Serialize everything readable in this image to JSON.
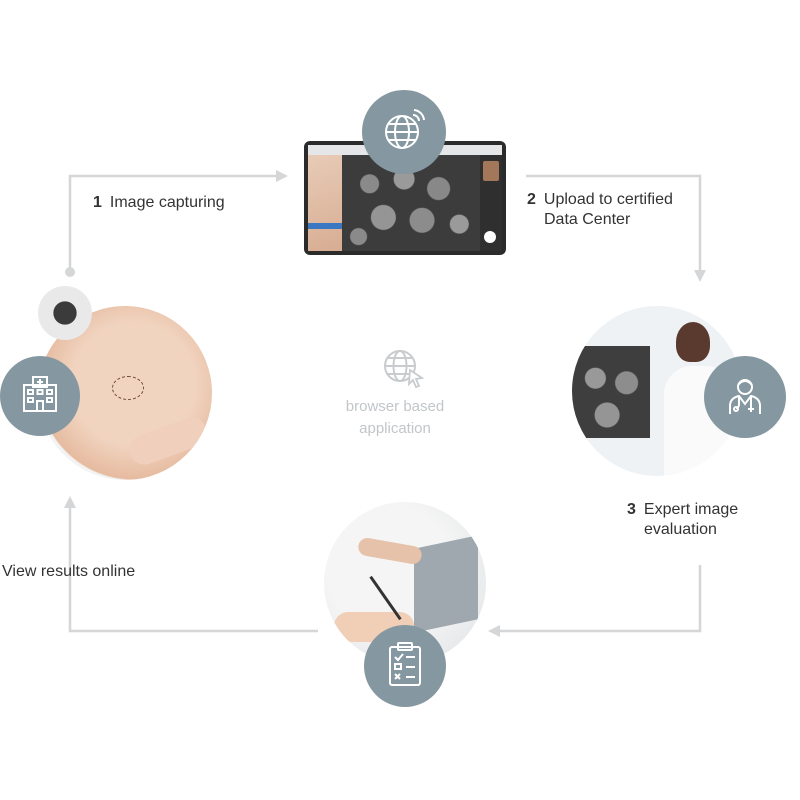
{
  "colors": {
    "badge": "#8597a0",
    "arrow": "#d4d6d8",
    "center_text": "#c2c6c9",
    "text": "#333333"
  },
  "steps": [
    {
      "number": "1",
      "lines": [
        "Image capturing"
      ]
    },
    {
      "number": "2",
      "lines": [
        "Upload to certified",
        "Data Center"
      ]
    },
    {
      "number": "3",
      "lines": [
        "Expert image",
        "evaluation"
      ]
    }
  ],
  "final_step": {
    "label": "View results online"
  },
  "center": {
    "line1": "browser based",
    "line2": "application",
    "icon": "globe-cursor-icon"
  },
  "icons": {
    "upload": "globe-wifi-icon",
    "capture": "hospital-icon",
    "evaluation": "doctor-icon",
    "results": "clipboard-checklist-icon"
  }
}
